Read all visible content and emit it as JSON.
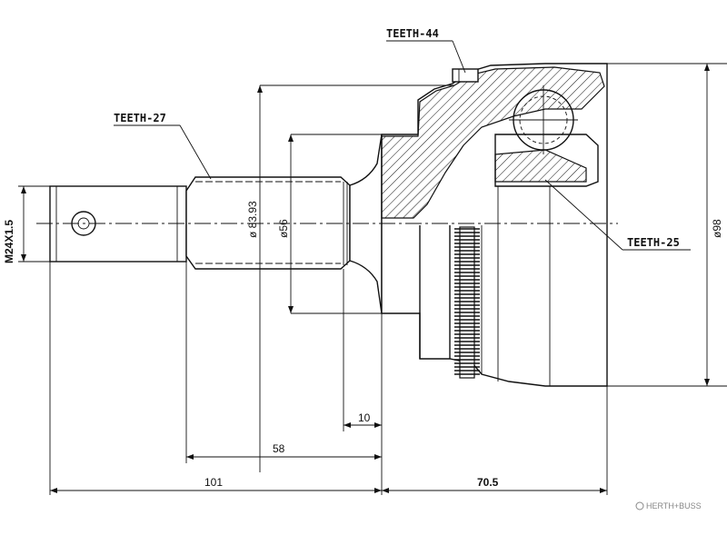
{
  "callouts": {
    "teeth_outer": "TEETH-44",
    "teeth_shaft": "TEETH-27",
    "teeth_inner": "TEETH-25"
  },
  "dimensions": {
    "thread": "M24X1.5",
    "diameter_shoulder": "ø 83.93",
    "diameter_seat": "ø56",
    "diameter_housing": "ø98",
    "len_10": "10",
    "len_58": "58",
    "len_101": "101",
    "len_70_5": "70.5"
  },
  "brand": {
    "watermark": "HERTH+BUSS"
  }
}
